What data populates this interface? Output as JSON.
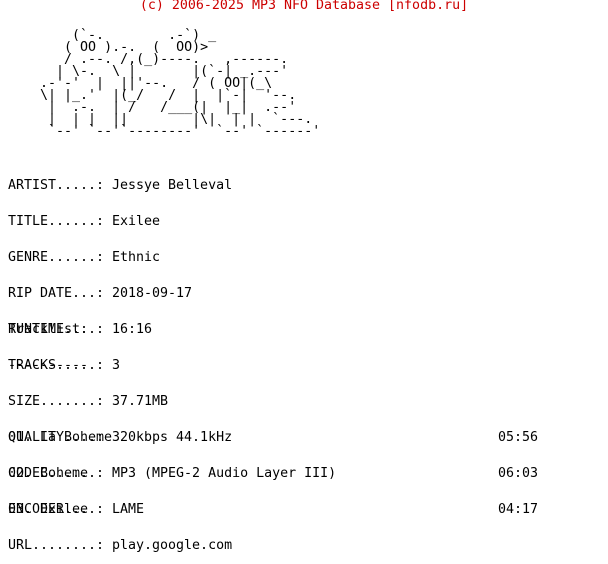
{
  "header": {
    "text": "(c) 2006-2025 MP3 NFO Database [nfodb.ru]"
  },
  "art": "        (`-.        .-`) _\n       ( OO ).-.  (  OO)>\n       / .--. /,(_)----.   ,------.\n      | \\-.  \\ |       |(`-| _.---'\n    .-'-'  |  ||'--.   / ( OO|(_\\\n    \\| |_.'  |(_/   /  |  |`-|  '--.\n     |  .-.  | /   /___(|  |_|  .--'\n     |  | |  ||        |\\|  | |  `---.\n     `--' `--'`--------'  `--' `------'",
  "info": [
    {
      "key": "ARTIST.....:",
      "value": "Jessye Belleval"
    },
    {
      "key": "TITLE......:",
      "value": "Exilee"
    },
    {
      "key": "GENRE......:",
      "value": "Ethnic"
    },
    {
      "key": "RIP DATE...:",
      "value": "2018-09-17"
    },
    {
      "key": "RUNTIME....:",
      "value": "16:16"
    },
    {
      "key": "TRACKS.....:",
      "value": "3"
    },
    {
      "key": "SIZE.......:",
      "value": "37.71MB"
    },
    {
      "key": "QUALITY....:",
      "value": "320kbps 44.1kHz"
    },
    {
      "key": "CODEC......:",
      "value": "MP3 (MPEG-2 Audio Layer III)"
    },
    {
      "key": "ENCODER....:",
      "value": "LAME"
    },
    {
      "key": "URL........:",
      "value": "play.google.com"
    }
  ],
  "tracklist": {
    "heading": "Tracklist:",
    "rule": "----------",
    "tracks": [
      {
        "num": "01.",
        "title": "La Boheme",
        "time": "05:56"
      },
      {
        "num": "02.",
        "title": "Boheme",
        "time": "06:03"
      },
      {
        "num": "03.",
        "title": "Exilee",
        "time": "04:17"
      }
    ]
  }
}
